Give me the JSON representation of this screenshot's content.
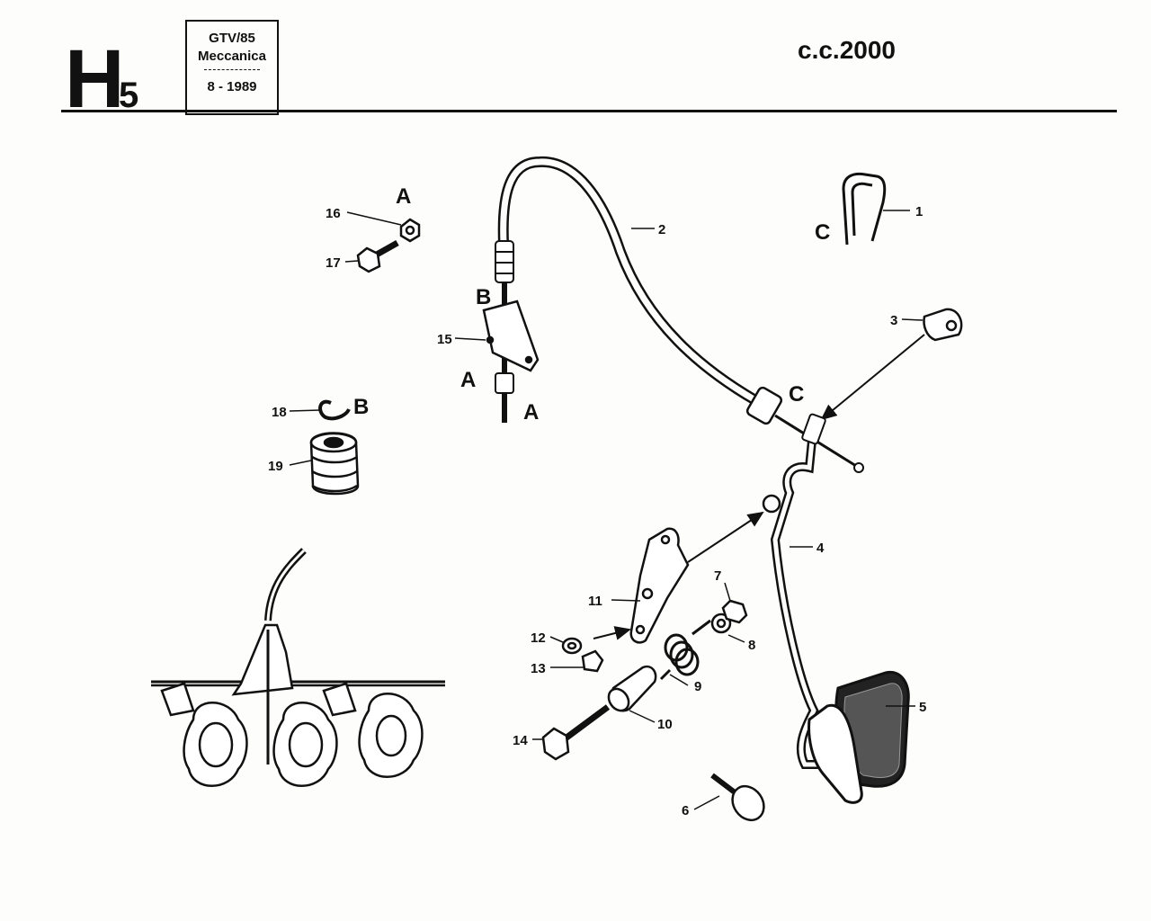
{
  "header": {
    "section_letter": "H",
    "section_number": "5",
    "box_line1": "GTV/85",
    "box_line2": "Meccanica",
    "box_date": "8 - 1989",
    "engine": "c.c.2000"
  },
  "callouts": {
    "n1": "1",
    "n2": "2",
    "n3": "3",
    "n4": "4",
    "n5": "5",
    "n6": "6",
    "n7": "7",
    "n8": "8",
    "n9": "9",
    "n10": "10",
    "n11": "11",
    "n12": "12",
    "n13": "13",
    "n14": "14",
    "n15": "15",
    "n16": "16",
    "n17": "17",
    "n18": "18",
    "n19": "19"
  },
  "reference_letters": {
    "a": "A",
    "b": "B",
    "c": "C"
  }
}
